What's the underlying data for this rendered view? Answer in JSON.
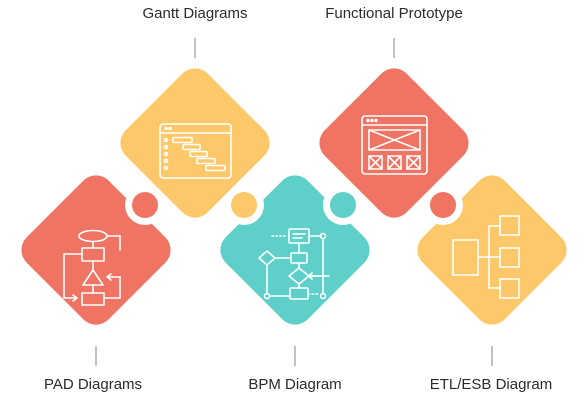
{
  "labels": {
    "gantt": "Gantt Diagrams",
    "functional": "Functional Prototype",
    "pad": "PAD Diagrams",
    "bpm": "BPM Diagram",
    "etl": "ETL/ESB Diagram"
  },
  "colors": {
    "yellow": "#FDC86A",
    "coral": "#F07463",
    "teal": "#5ECFC9",
    "connector": "#9a9a9a",
    "icon": "#ffffff"
  },
  "icons": {
    "gantt": "gantt-chart-icon",
    "functional": "wireframe-window-icon",
    "pad": "pad-flowchart-icon",
    "bpm": "bpm-flowchart-icon",
    "etl": "etl-tree-icon"
  }
}
